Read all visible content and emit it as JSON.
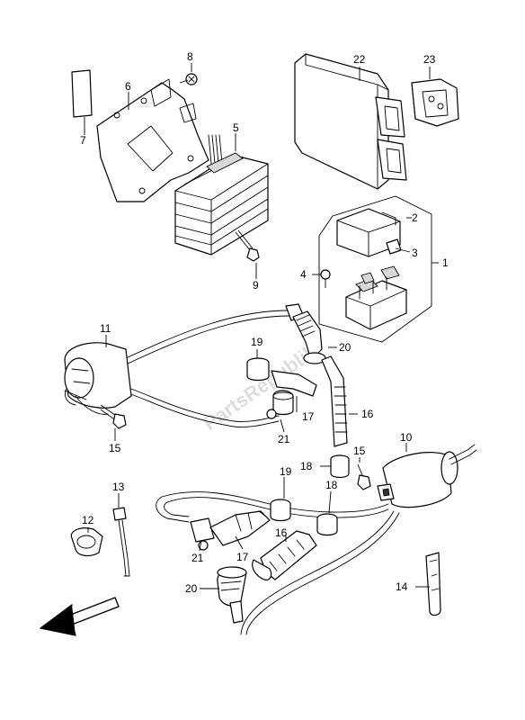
{
  "watermark": "PartsRepublik",
  "callouts": {
    "c1": "1",
    "c2": "2",
    "c3": "3",
    "c4": "4",
    "c5": "5",
    "c6": "6",
    "c7": "7",
    "c8": "8",
    "c9": "9",
    "c10": "10",
    "c11": "11",
    "c12": "12",
    "c13": "13",
    "c14": "14",
    "c15a": "15",
    "c15b": "15",
    "c16a": "16",
    "c16b": "16",
    "c17a": "17",
    "c17b": "17",
    "c18a": "18",
    "c18b": "18",
    "c19a": "19",
    "c19b": "19",
    "c20a": "20",
    "c20b": "20",
    "c21a": "21",
    "c21b": "21",
    "c22": "22",
    "c23": "23"
  },
  "icons": {
    "direction_arrow": "front-direction-arrow-icon"
  }
}
